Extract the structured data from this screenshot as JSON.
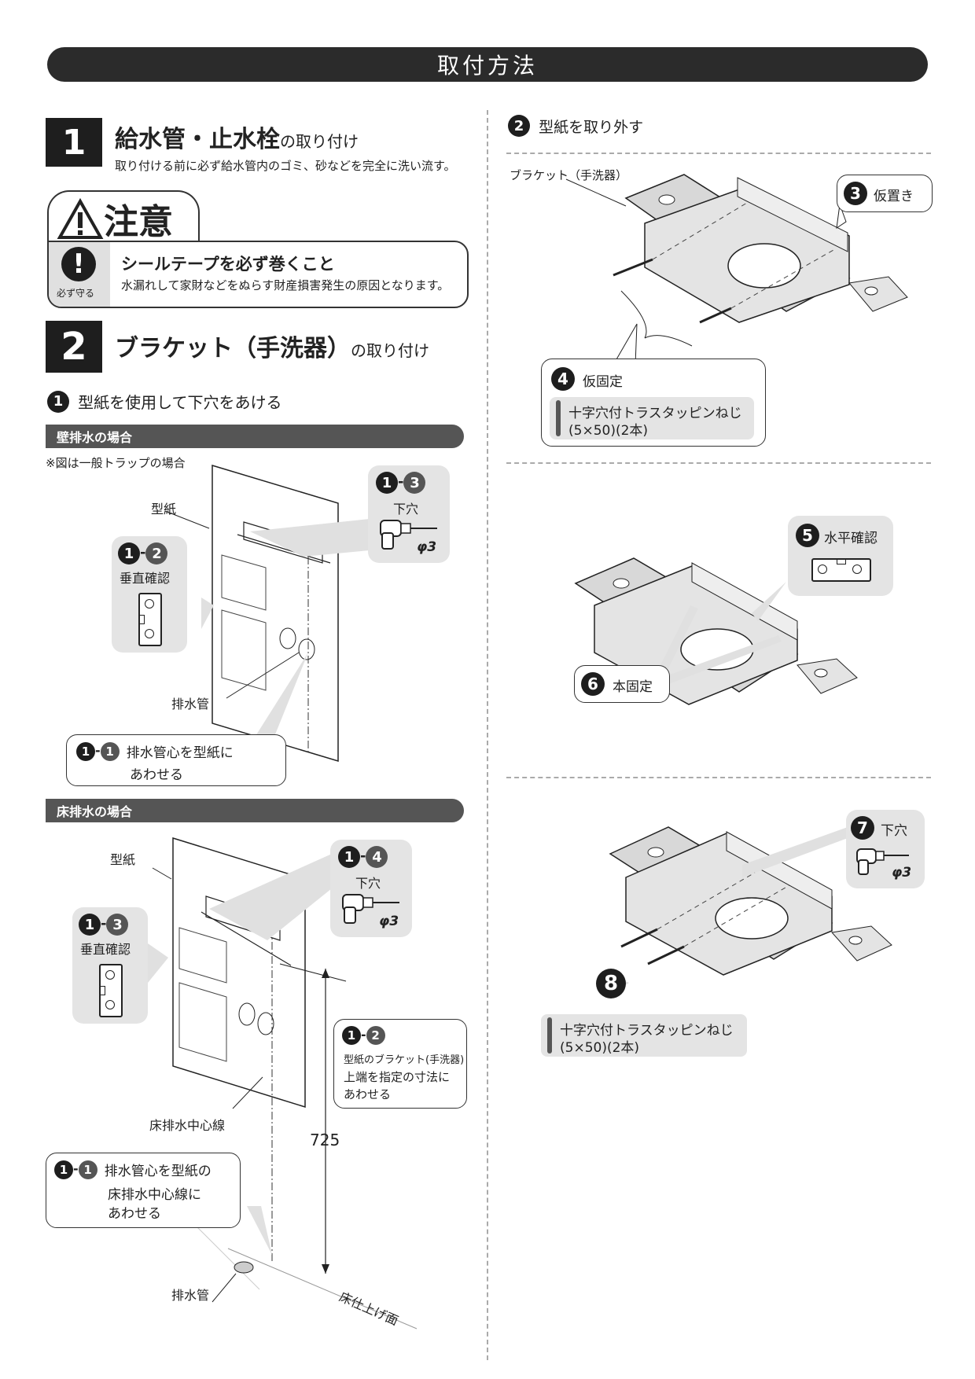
{
  "title": "取付方法",
  "step1": {
    "num": "1",
    "title_bold": "給水管・止水栓",
    "title_suffix": "の取り付け",
    "subtitle": "取り付ける前に必ず給水管内のゴミ、砂などを完全に洗い流す。"
  },
  "caution": {
    "tab": "注意",
    "icon_label": "必ず守る",
    "heading": "シールテープを必ず巻くこと",
    "text": "水漏れして家財などをぬらす財産損害発生の原因となります。"
  },
  "step2": {
    "num": "2",
    "title_bold": "ブラケット（手洗器）",
    "title_suffix": "の取り付け",
    "sub1_num": "1",
    "sub1_label": "型紙を使用して下穴をあける",
    "wall": {
      "bar": "壁排水の場合",
      "note": "※図は一般トラップの場合",
      "template_label": "型紙",
      "drain_label": "排水管",
      "c13_a": "1",
      "c13_b": "3",
      "c13_label": "下穴",
      "c13_phi": "φ3",
      "c12_a": "1",
      "c12_b": "2",
      "c12_label": "垂直確認",
      "c11_a": "1",
      "c11_b": "1",
      "c11_line1": "排水管心を型紙に",
      "c11_line2": "あわせる"
    },
    "floor": {
      "bar": "床排水の場合",
      "template_label": "型紙",
      "center_label": "床排水中心線",
      "drain_label": "排水管",
      "dim": "725",
      "floor_label": "床仕上げ面",
      "c14_a": "1",
      "c14_b": "4",
      "c14_label": "下穴",
      "c14_phi": "φ3",
      "c13_a": "1",
      "c13_b": "3",
      "c13_label": "垂直確認",
      "c12_a": "1",
      "c12_b": "2",
      "c12_line1": "型紙のブラケット(手洗器)",
      "c12_line2": "上端を指定の寸法に",
      "c12_line3": "あわせる",
      "c11_a": "1",
      "c11_b": "1",
      "c11_line1": "排水管心を型紙の",
      "c11_line2": "床排水中心線に",
      "c11_line3": "あわせる"
    }
  },
  "right": {
    "s2_num": "2",
    "s2_label": "型紙を取り外す",
    "bracket_label": "ブラケット（手洗器）",
    "s3_num": "3",
    "s3_label": "仮置き",
    "s4_num": "4",
    "s4_label": "仮固定",
    "s4_screw1": "十字穴付トラスタッピンねじ",
    "s4_screw2": "(5×50)(2本)",
    "s5_num": "5",
    "s5_label": "水平確認",
    "s6_num": "6",
    "s6_label": "本固定",
    "s7_num": "7",
    "s7_label": "下穴",
    "s7_phi": "φ3",
    "s8_num": "8",
    "s8_screw1": "十字穴付トラスタッピンねじ",
    "s8_screw2": "(5×50)(2本)"
  }
}
